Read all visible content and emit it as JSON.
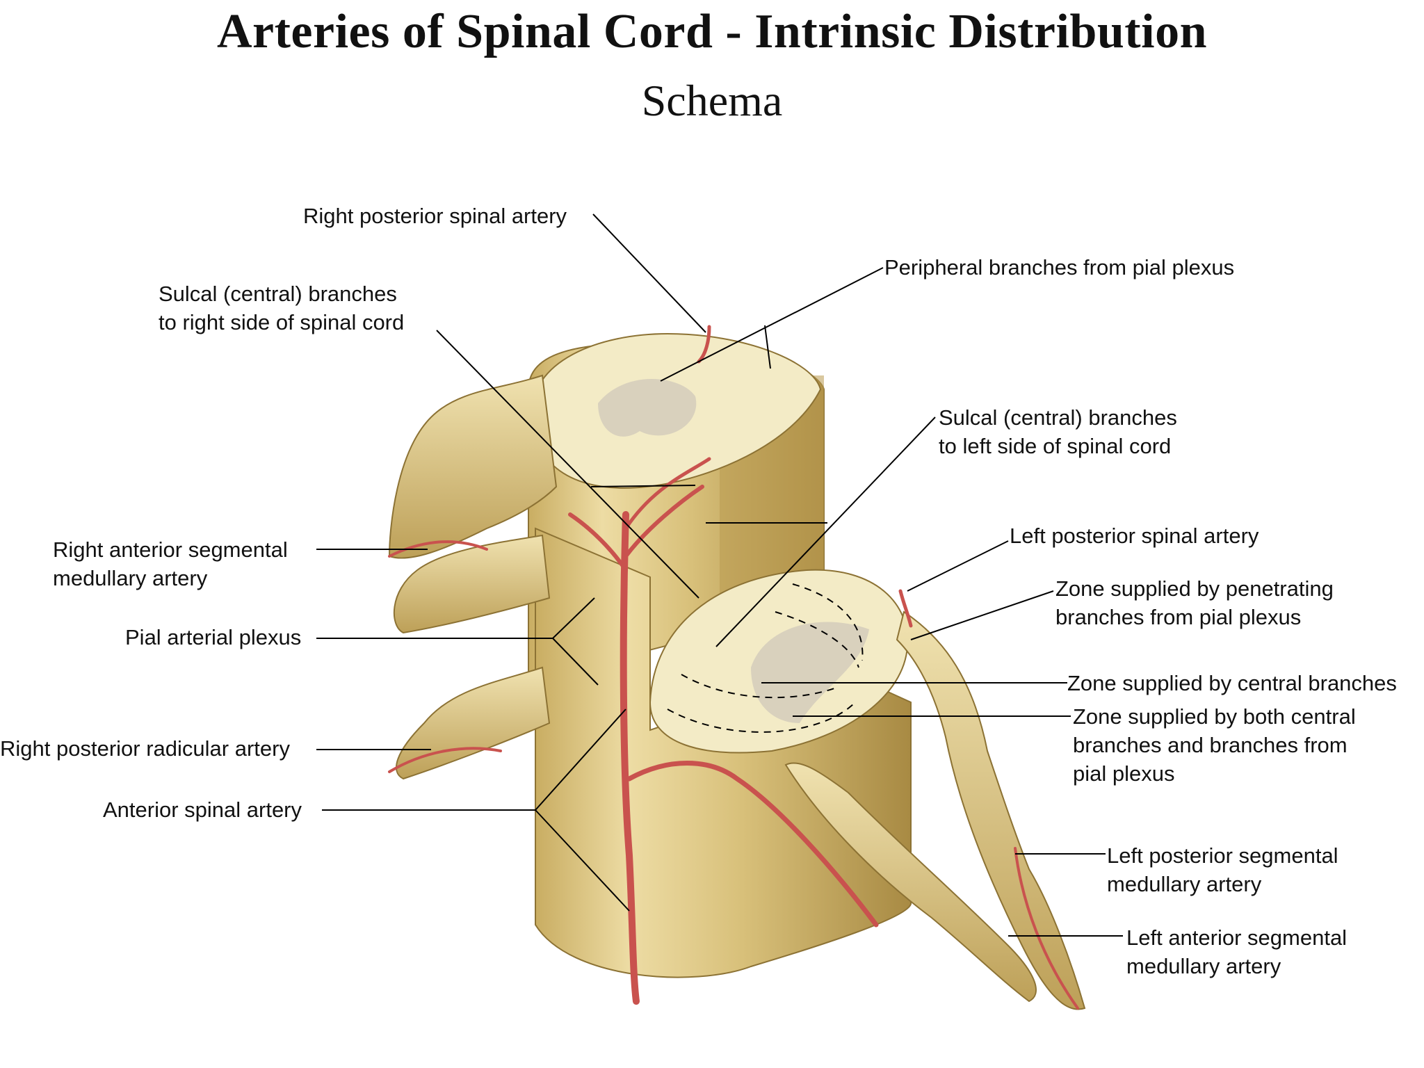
{
  "title": "Arteries of Spinal Cord - Intrinsic Distribution",
  "subtitle": "Schema",
  "labels": {
    "right_posterior_spinal_artery": "Right posterior spinal artery",
    "sulcal_right_1": "Sulcal (central) branches",
    "sulcal_right_2": "to right side of spinal cord",
    "peripheral_branches": "Peripheral branches from pial plexus",
    "sulcal_left_1": "Sulcal (central) branches",
    "sulcal_left_2": "to left side of spinal cord",
    "right_anterior_segmental_1": "Right anterior segmental",
    "right_anterior_segmental_2": "medullary artery",
    "left_posterior_spinal_artery": "Left posterior spinal artery",
    "zone_penetrating_1": "Zone supplied by penetrating",
    "zone_penetrating_2": "branches from pial plexus",
    "pial_arterial_plexus": "Pial arterial plexus",
    "zone_central": "Zone supplied by central branches",
    "zone_both_1": "Zone supplied by both central",
    "zone_both_2": "branches and branches from",
    "zone_both_3": "pial plexus",
    "right_posterior_radicular": "Right posterior radicular artery",
    "anterior_spinal_artery": "Anterior spinal artery",
    "left_posterior_segmental_1": "Left posterior segmental",
    "left_posterior_segmental_2": "medullary artery",
    "left_anterior_segmental_1": "Left anterior segmental",
    "left_anterior_segmental_2": "medullary artery"
  },
  "colors": {
    "cord": "#e2cf8f",
    "cord_shadow": "#b89a4e",
    "cut_surface": "#f3ebc6",
    "gray_matter": "#d3cdbb",
    "artery": "#c9524e",
    "leader_line": "#000000"
  }
}
